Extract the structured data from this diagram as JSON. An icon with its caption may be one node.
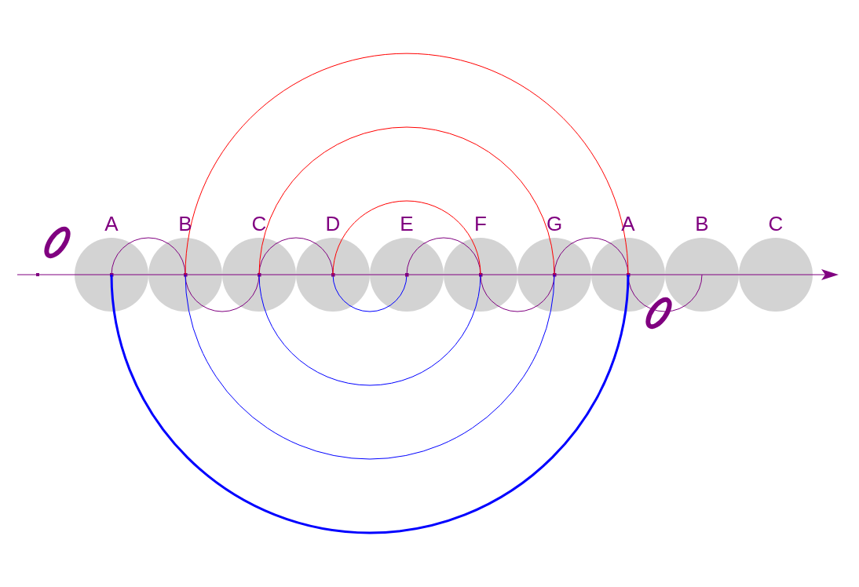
{
  "diagram": {
    "nodes": [
      {
        "text": [
          "A"
        ]
      },
      {
        "text": [
          "B"
        ]
      },
      {
        "text": [
          "C"
        ]
      },
      {
        "text": [
          "D"
        ]
      },
      {
        "text": [
          "E"
        ]
      },
      {
        "text": [
          "F"
        ]
      },
      {
        "text": [
          "G"
        ]
      },
      {
        "text": [
          "A"
        ]
      },
      {
        "text": [
          "B"
        ]
      },
      {
        "text": [
          "C"
        ]
      }
    ],
    "edges": [
      {
        "from": 0,
        "to": 1,
        "arrow": "other"
      },
      {
        "from": 1,
        "to": 2,
        "arrow": "other"
      },
      {
        "from": 2,
        "to": 3,
        "arrow": "other"
      },
      {
        "from": 3,
        "to": 4,
        "arrow": "other",
        "color": "#0000ff"
      },
      {
        "from": 4,
        "to": 5,
        "arrow": "other"
      },
      {
        "from": 5,
        "to": 6,
        "arrow": "other"
      },
      {
        "from": 6,
        "to": 7,
        "arrow": "other"
      },
      {
        "from": 7,
        "to": 8,
        "arrow": "other"
      },
      {
        "from": 3,
        "to": 5,
        "arrow": "none",
        "color": "#ff0000"
      },
      {
        "from": 2,
        "to": 6,
        "arrow": "none",
        "color": "#ff0000"
      },
      {
        "from": 1,
        "to": 7,
        "arrow": "none",
        "color": "#ff0000"
      },
      {
        "from": 2,
        "to": 5,
        "arrow": "none",
        "color": "#0000ff"
      },
      {
        "from": 1,
        "to": 6,
        "arrow": "none",
        "color": "#0000ff"
      },
      {
        "from": 0,
        "to": 7,
        "arrow": "none",
        "color": "#0000ff",
        "style": "thick"
      }
    ]
  }
}
